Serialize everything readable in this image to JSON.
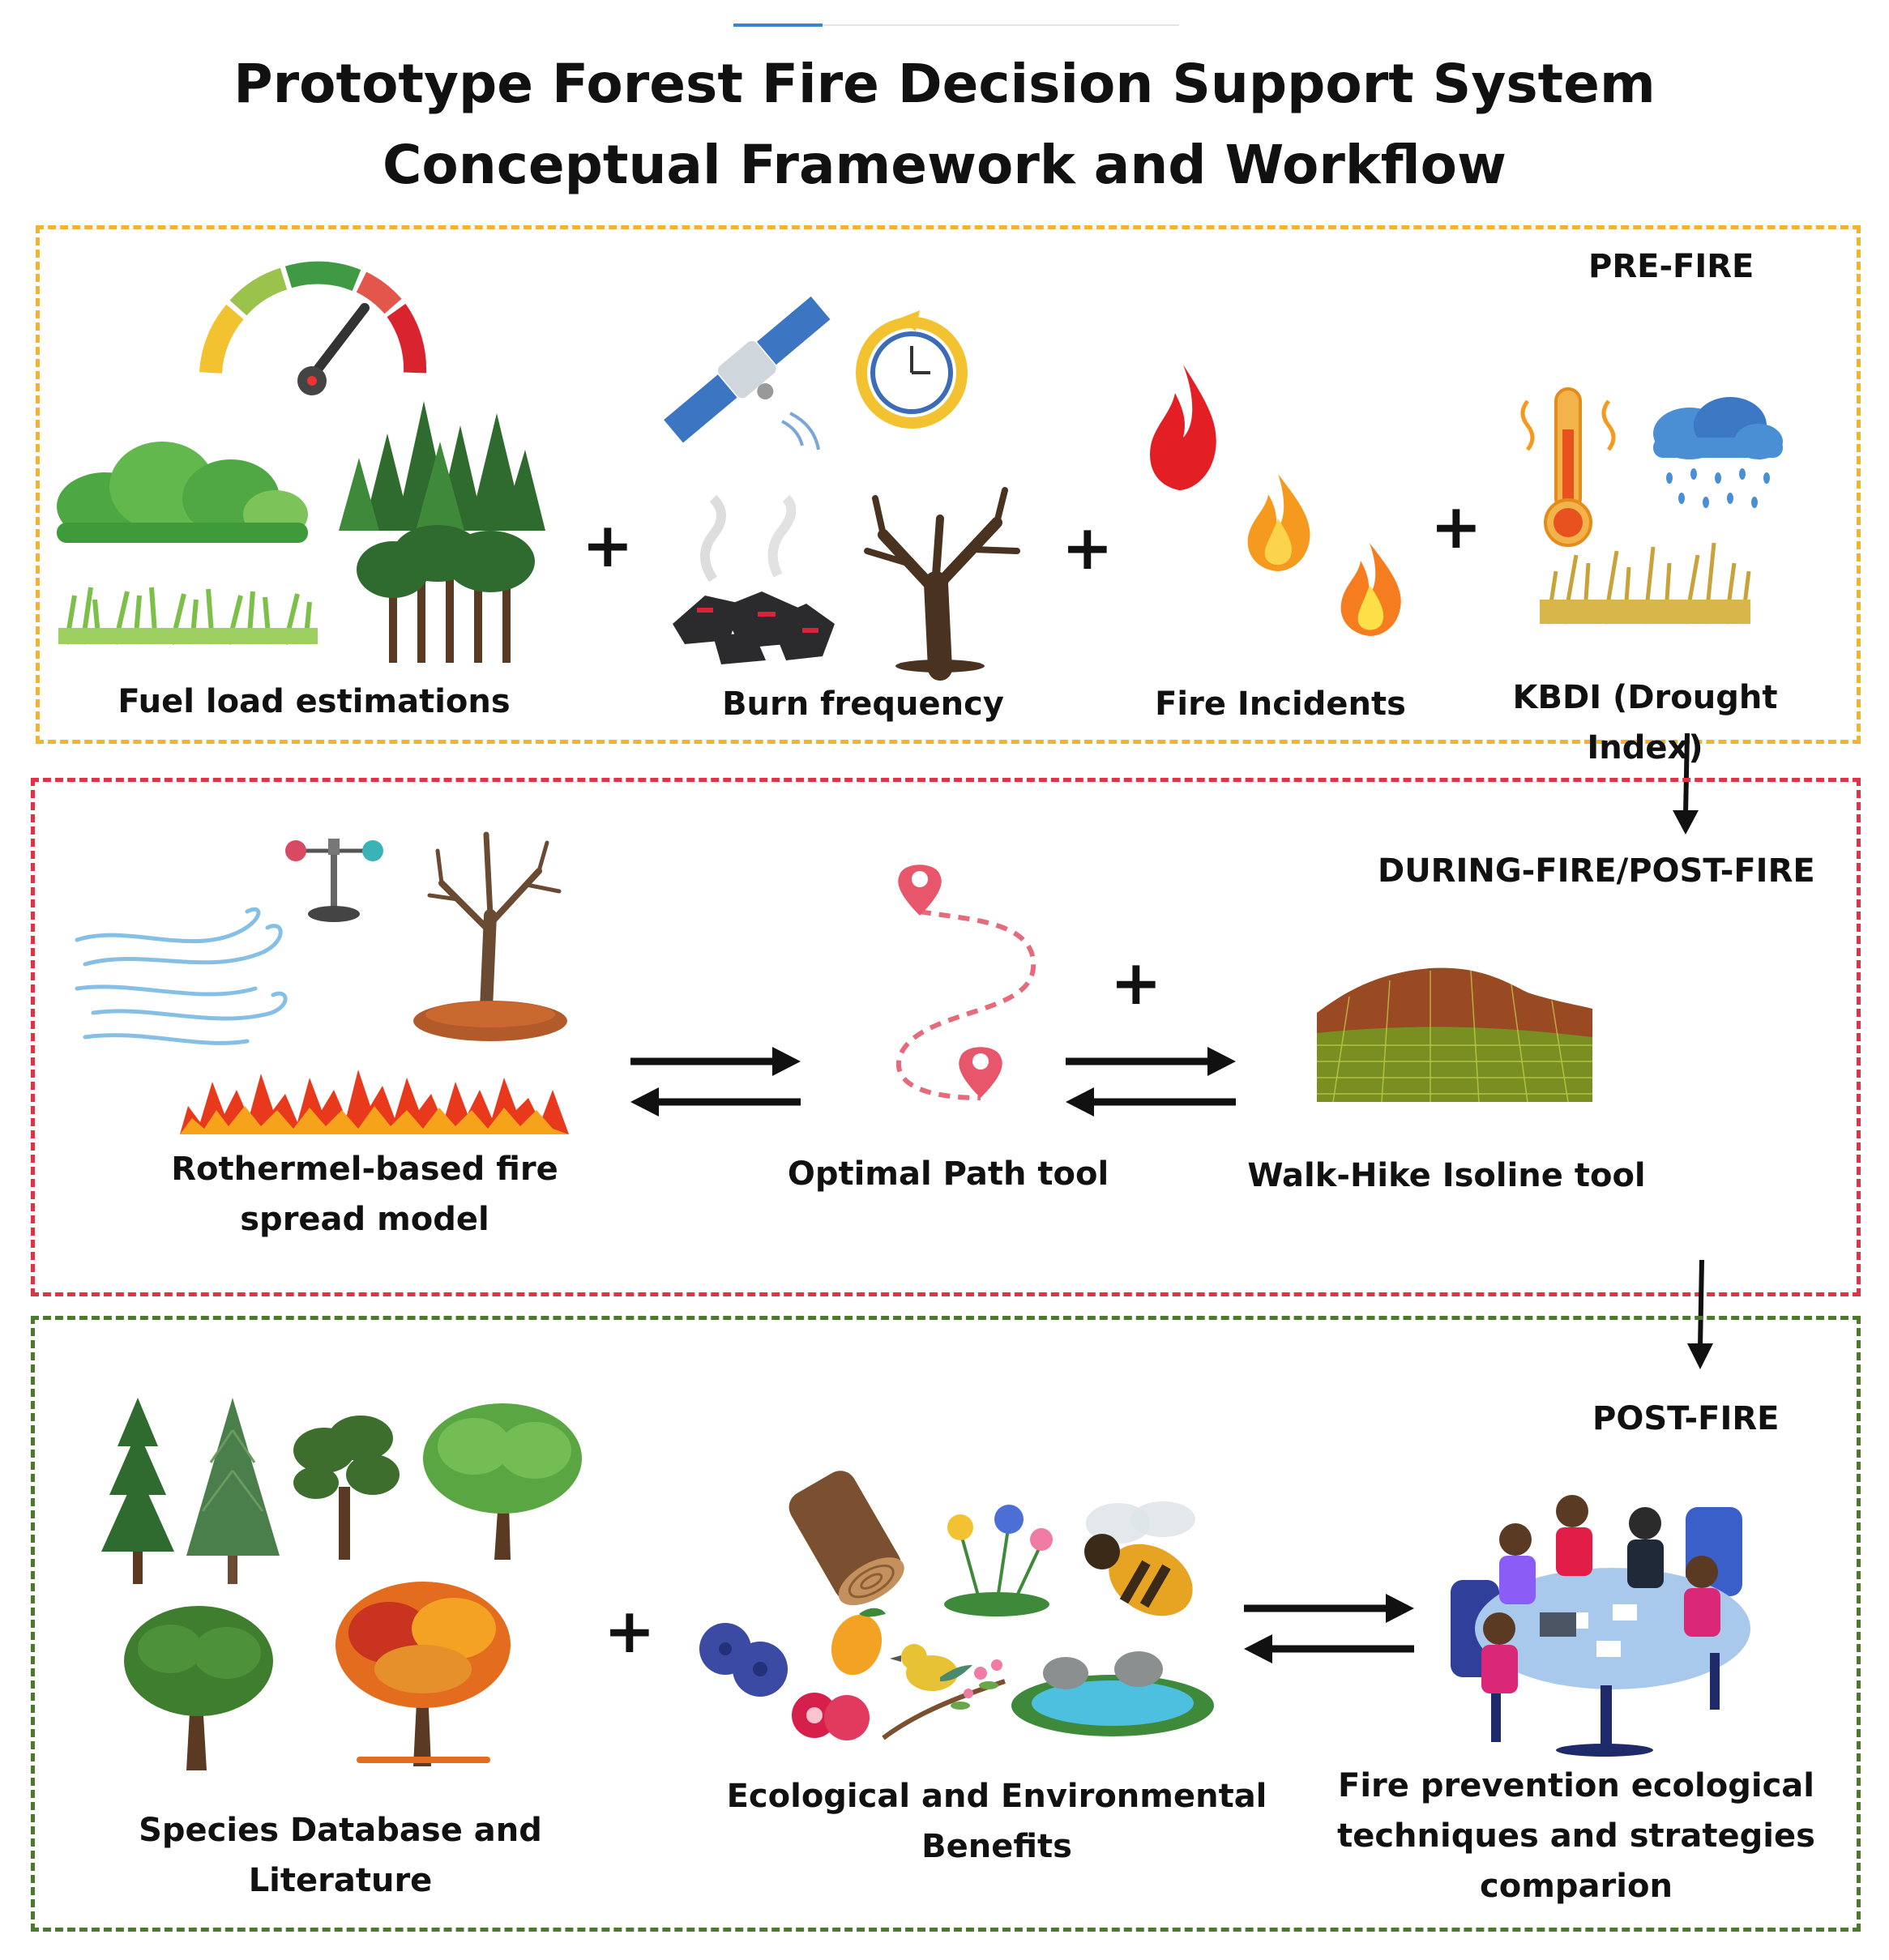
{
  "title": {
    "line1": "Prototype Forest Fire Decision Support System",
    "line2": "Conceptual Framework and Workflow"
  },
  "colors": {
    "pre_fire_border": "#f0b432",
    "during_fire_border": "#e03345",
    "post_fire_border": "#4b7a2c"
  },
  "pre_fire": {
    "phase_label": "PRE-FIRE",
    "items": [
      {
        "label": "Fuel load estimations",
        "icons": [
          "gauge-icon",
          "shrub-icon",
          "conifer-trees-icon",
          "grass-icon",
          "deciduous-trees-icon"
        ]
      },
      {
        "label": "Burn frequency",
        "icons": [
          "satellite-icon",
          "time-cycle-icon",
          "charcoal-icon",
          "dead-tree-icon"
        ]
      },
      {
        "label": "Fire Incidents",
        "icons": [
          "flame-icon",
          "flame-icon",
          "flame-icon"
        ]
      },
      {
        "label": "KBDI (Drought Index)",
        "icons": [
          "thermometer-icon",
          "rain-cloud-icon",
          "dry-grass-icon"
        ]
      }
    ],
    "operator": "+"
  },
  "during_fire": {
    "phase_label": "DURING-FIRE/POST-FIRE",
    "items": [
      {
        "label_line1": "Rothermel-based fire",
        "label_line2": "spread model",
        "icons": [
          "wind-icon",
          "anemometer-icon",
          "dead-tree-icon",
          "litter-icon",
          "fire-line-icon"
        ]
      },
      {
        "label": "Optimal Path tool",
        "icons": [
          "route-path-icon",
          "map-pin-icon"
        ]
      },
      {
        "label": "Walk-Hike Isoline tool",
        "icons": [
          "terrain-mesh-icon"
        ]
      }
    ],
    "operator": "+"
  },
  "post_fire": {
    "phase_label": "POST-FIRE",
    "items": [
      {
        "label": "Species Database and Literature",
        "icons": [
          "conifer-tree-icon",
          "broadleaf-tree-icon",
          "autumn-tree-icon"
        ]
      },
      {
        "label_line1": "Ecological and Environmental",
        "label_line2": "Benefits",
        "icons": [
          "log-icon",
          "flowers-icon",
          "bee-icon",
          "berries-icon",
          "mango-icon",
          "bird-icon",
          "pond-icon"
        ]
      },
      {
        "label_line1": "Fire prevention ecological",
        "label_line2": "techniques and strategies",
        "label_line3": "comparion",
        "icons": [
          "meeting-table-icon"
        ]
      }
    ],
    "operator": "+"
  }
}
